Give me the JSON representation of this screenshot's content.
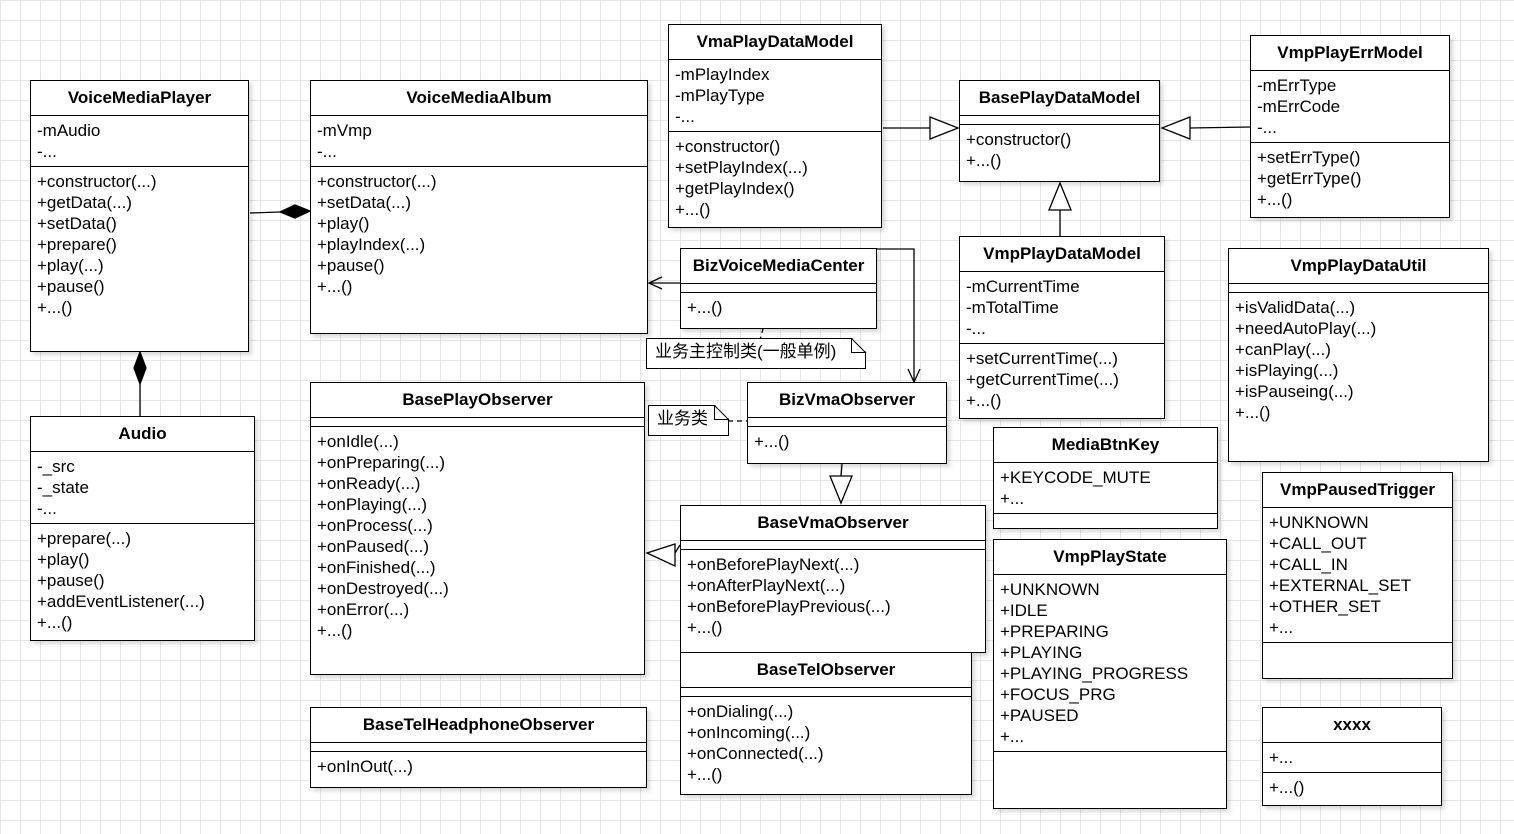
{
  "classes": {
    "voicemediaplayer": {
      "name": "VoiceMediaPlayer",
      "attrs": [
        "-mAudio",
        "-..."
      ],
      "methods": [
        "+constructor(...)",
        "+getData(...)",
        "+setData()",
        "+prepare()",
        "+play(...)",
        "+pause()",
        "+...()"
      ]
    },
    "voicemediaalbum": {
      "name": "VoiceMediaAlbum",
      "attrs": [
        "-mVmp",
        "-..."
      ],
      "methods": [
        "+constructor(...)",
        "+setData(...)",
        "+play()",
        "+playIndex(...)",
        "+pause()",
        "+...()"
      ]
    },
    "vmaplaydatamodel": {
      "name": "VmaPlayDataModel",
      "attrs": [
        "-mPlayIndex",
        "-mPlayType",
        "-..."
      ],
      "methods": [
        "+constructor()",
        "+setPlayIndex(...)",
        "+getPlayIndex()",
        "+...()"
      ]
    },
    "baseplaydatamodel": {
      "name": "BasePlayDataModel",
      "attrs": [],
      "methods": [
        "+constructor()",
        "+...()"
      ]
    },
    "vmpplayerrmodel": {
      "name": "VmpPlayErrModel",
      "attrs": [
        "-mErrType",
        "-mErrCode",
        "-..."
      ],
      "methods": [
        "+setErrType()",
        "+getErrType()",
        "+...()"
      ]
    },
    "bizvoicemediacenter": {
      "name": "BizVoiceMediaCenter",
      "attrs": [],
      "methods": [
        "+...()"
      ]
    },
    "vmpplaydatamodel": {
      "name": "VmpPlayDataModel",
      "attrs": [
        "-mCurrentTime",
        "-mTotalTime",
        "-..."
      ],
      "methods": [
        "+setCurrentTime(...)",
        "+getCurrentTime(...)",
        "+...()"
      ]
    },
    "vmpplaydatautil": {
      "name": "VmpPlayDataUtil",
      "attrs": [],
      "methods": [
        "+isValidData(...)",
        "+needAutoPlay(...)",
        "+canPlay(...)",
        "+isPlaying(...)",
        "+isPauseing(...)",
        "+...()"
      ]
    },
    "audio": {
      "name": "Audio",
      "attrs": [
        "-_src",
        "-_state",
        "-..."
      ],
      "methods": [
        "+prepare(...)",
        "+play()",
        "+pause()",
        "+addEventListener(...)",
        "+...()"
      ]
    },
    "baseplayobserver": {
      "name": "BasePlayObserver",
      "attrs": [],
      "methods": [
        "+onIdle(...)",
        "+onPreparing(...)",
        "+onReady(...)",
        "+onPlaying(...)",
        "+onProcess(...)",
        "+onPaused(...)",
        "+onFinished(...)",
        "+onDestroyed(...)",
        "+onError(...)",
        "+...()"
      ]
    },
    "bizvmaobserver": {
      "name": "BizVmaObserver",
      "attrs": [],
      "methods": [
        "+...()"
      ]
    },
    "mediabtnkey": {
      "name": "MediaBtnKey",
      "attrs": [
        "+KEYCODE_MUTE",
        "+..."
      ],
      "methods": []
    },
    "basevmaobserver": {
      "name": "BaseVmaObserver",
      "attrs": [],
      "methods": [
        "+onBeforePlayNext(...)",
        "+onAfterPlayNext(...)",
        "+onBeforePlayPrevious(...)",
        "+...()"
      ]
    },
    "basetelobserver": {
      "name": "BaseTelObserver",
      "attrs": [],
      "methods": [
        "+onDialing(...)",
        "+onIncoming(...)",
        "+onConnected(...)",
        "+...()"
      ]
    },
    "vmpplaystate": {
      "name": "VmpPlayState",
      "attrs": [
        "+UNKNOWN",
        "+IDLE",
        "+PREPARING",
        "+PLAYING",
        "+PLAYING_PROGRESS",
        "+FOCUS_PRG",
        "+PAUSED",
        "+..."
      ],
      "methods": []
    },
    "vmppausedtrigger": {
      "name": "VmpPausedTrigger",
      "attrs": [
        "+UNKNOWN",
        "+CALL_OUT",
        "+CALL_IN",
        "+EXTERNAL_SET",
        "+OTHER_SET",
        "+..."
      ],
      "methods": []
    },
    "basetelheadphoneobserver": {
      "name": "BaseTelHeadphoneObserver",
      "attrs": [],
      "methods": [
        "+onInOut(...)"
      ]
    },
    "xxxx": {
      "name": "xxxx",
      "attrs": [
        "+..."
      ],
      "methods": [
        "+...()"
      ]
    }
  },
  "notes": {
    "control": "业务主控制类(一般单例)",
    "biz": "业务类"
  }
}
